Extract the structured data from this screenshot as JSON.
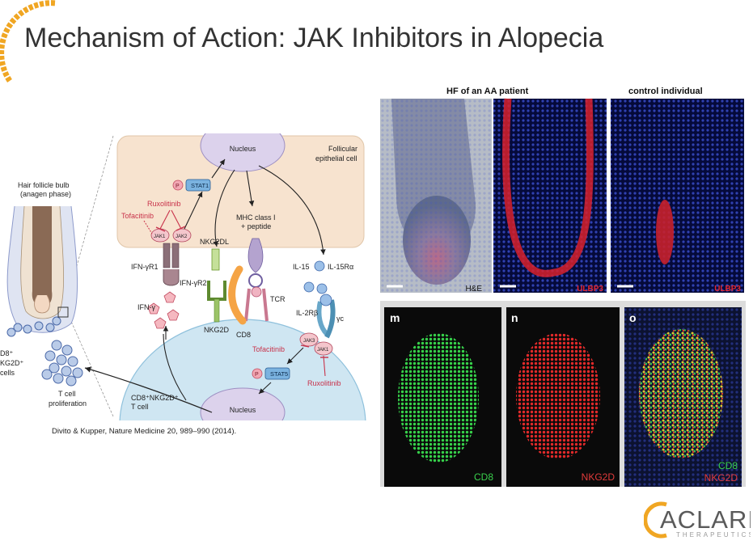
{
  "slide": {
    "title": "Mechanism of Action: JAK Inhibitors in Alopecia",
    "citation": "Divito & Kupper, Nature Medicine 20, 989–990 (2014)."
  },
  "colors": {
    "accent_orange": "#f0a623",
    "title_text": "#333333",
    "inhibitor_red": "#c8324a",
    "epithelial_bg": "#f7e3cf",
    "tcell_bg": "#cfe6f2"
  },
  "diagram": {
    "hair_follicle_label_1": "Hair follicle bulb",
    "hair_follicle_label_2": "(anagen phase)",
    "nucleus_top": "Nucleus",
    "follicular_1": "Follicular",
    "follicular_2": "epithelial cell",
    "stat1": "STAT1",
    "phospho": "P",
    "ruxolitinib": "Ruxolitinib",
    "tofacitinib": "Tofacitinib",
    "jak1": "JAK1",
    "jak2": "JAK2",
    "jak3": "JAK3",
    "ifn_gr1": "IFN-γR1",
    "ifn_gr2": "IFN-γR2",
    "nkg2dl": "NKG2DL",
    "mhc_1": "MHC class I",
    "mhc_2": "+ peptide",
    "il15": "IL-15",
    "il15ra": "IL-15Rα",
    "ifn_g": "IFN-γ",
    "nkg2d": "NKG2D",
    "cd8": "CD8",
    "tcr": "TCR",
    "il2rb": "IL-2Rβ",
    "gamma_c": "γc",
    "stat5": "STAT5",
    "nucleus_bottom": "Nucleus",
    "tcell_1": "CD8⁺NKG2D⁺",
    "tcell_2": "T cell",
    "tprolif_1": "T cell",
    "tprolif_2": "proliferation",
    "cells_1": "D8⁺",
    "cells_2": "KG2D⁺",
    "cells_3": "cells"
  },
  "micrographs": {
    "header_left": "HF of an AA patient",
    "header_right": "control individual",
    "label_he": "H&E",
    "label_ulbp3_a": "ULBP3",
    "label_ulbp3_b": "ULBP3",
    "panel_m": "m",
    "panel_n": "n",
    "panel_o": "o",
    "label_cd8": "CD8",
    "label_nkg2d": "NKG2D",
    "label_o_cd8": "CD8",
    "label_o_nkg2d": "NKG2D"
  },
  "logo": {
    "name": "ACLARIS",
    "sub": "THERAPEUTICS"
  }
}
